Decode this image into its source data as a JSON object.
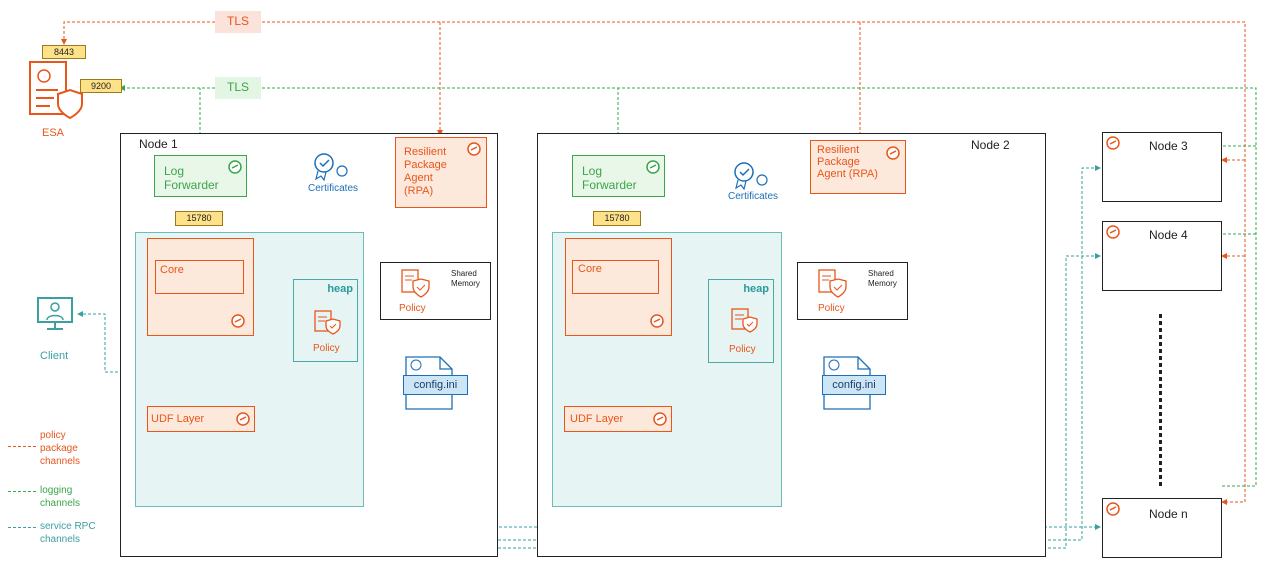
{
  "esa": {
    "label": "ESA",
    "port_policy": "8443",
    "port_log": "9200"
  },
  "tls": {
    "top": "TLS",
    "middle": "TLS"
  },
  "client": {
    "label": "Client"
  },
  "nodes": [
    {
      "title": "Node 1",
      "log_forwarder": "Log Forwarder",
      "port": "15780",
      "certificates": "Certificates",
      "rpa": "Resilient Package Agent (RPA)",
      "core": "Core",
      "heap": "heap",
      "heap_policy": "Policy",
      "shared_memory": "Shared Memory",
      "shared_policy": "Policy",
      "config": "config.ini",
      "udf": "UDF Layer"
    },
    {
      "title": "Node 2",
      "log_forwarder": "Log Forwarder",
      "port": "15780",
      "certificates": "Certificates",
      "rpa": "Resilient Package Agent (RPA)",
      "core": "Core",
      "heap": "heap",
      "heap_policy": "Policy",
      "shared_memory": "Shared Memory",
      "shared_policy": "Policy",
      "config": "config.ini",
      "udf": "UDF Layer"
    }
  ],
  "side_nodes": [
    "Node 3",
    "Node 4",
    "Node n"
  ],
  "legend": [
    {
      "label": "policy package channels",
      "color": "#e8561c"
    },
    {
      "label": "logging channels",
      "color": "#3aa54a"
    },
    {
      "label": "service RPC channels",
      "color": "#3aa0a0"
    }
  ],
  "icons": {
    "esa": "security-server-icon",
    "client": "client-monitor-icon",
    "badge": "component-badge-icon",
    "certificate": "certificate-icon",
    "policy": "policy-shield-icon",
    "config": "config-file-icon"
  },
  "colors": {
    "policy_channel": "#e8561c",
    "logging_channel": "#3aa54a",
    "rpc_channel": "#3aa0a0",
    "config_channel": "#1c6fb8"
  }
}
